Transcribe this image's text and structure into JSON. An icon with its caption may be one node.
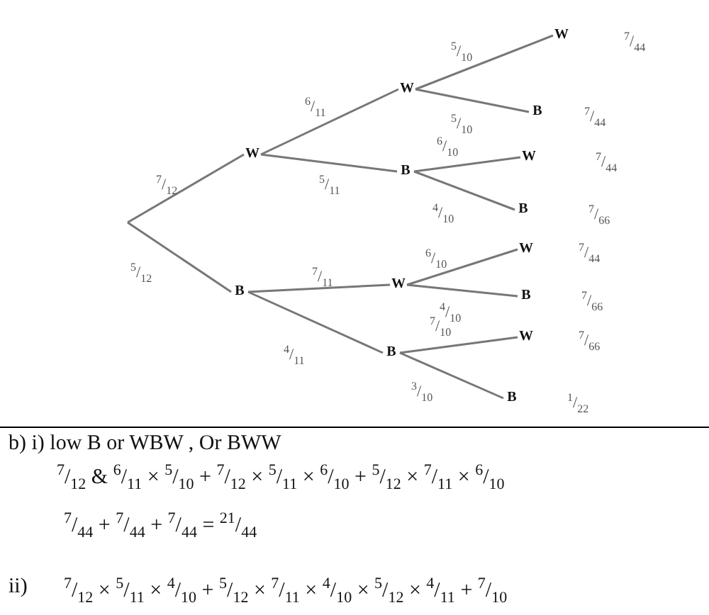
{
  "diagram": {
    "nodes": [
      {
        "text": [
          "W"
        ]
      },
      {
        "text": [
          "B"
        ]
      },
      {
        "text": [
          "W"
        ]
      },
      {
        "text": [
          "B"
        ]
      },
      {
        "text": [
          "W"
        ]
      },
      {
        "text": [
          "B"
        ]
      },
      {
        "text": [
          "W"
        ],
        "beside": [
          "$^{7}$/$_{44}$"
        ]
      },
      {
        "text": [
          "B"
        ],
        "beside": [
          "$^{7}$/$_{44}$"
        ]
      },
      {
        "text": [
          "W"
        ],
        "beside": [
          "$^{7}$/$_{44}$"
        ]
      },
      {
        "text": [
          "B"
        ],
        "beside": [
          "$^{7}$/$_{66}$"
        ]
      },
      {
        "text": [
          "W"
        ],
        "beside": [
          "$^{7}$/$_{44}$"
        ]
      },
      {
        "text": [
          "B"
        ],
        "beside": [
          "$^{7}$/$_{66}$"
        ]
      },
      {
        "text": [
          "W"
        ],
        "beside": [
          "$^{7}$/$_{66}$"
        ]
      },
      {
        "text": [
          "B"
        ],
        "beside": [
          "$^{1}$/$_{22}$"
        ]
      }
    ],
    "edges": [
      {
        "from": null,
        "to": 0,
        "arrow": "none",
        "label": "$^{7}$/$_{12}$"
      },
      {
        "from": null,
        "to": 1,
        "arrow": "none",
        "label": "$^{5}$/$_{12}$"
      },
      {
        "from": 0,
        "to": 2,
        "arrow": "none",
        "label": "$^{6}$/$_{11}$"
      },
      {
        "from": 0,
        "to": 3,
        "arrow": "none",
        "label": "$^{5}$/$_{11}$"
      },
      {
        "from": 1,
        "to": 4,
        "arrow": "none",
        "label": "$^{7}$/$_{11}$"
      },
      {
        "from": 1,
        "to": 5,
        "arrow": "none",
        "label": "$^{4}$/$_{11}$"
      },
      {
        "from": 2,
        "to": 6,
        "arrow": "none",
        "label": "$^{5}$/$_{10}$"
      },
      {
        "from": 2,
        "to": 7,
        "arrow": "none",
        "label": "$^{5}$/$_{10}$"
      },
      {
        "from": 3,
        "to": 8,
        "arrow": "none",
        "label": "$^{6}$/$_{10}$"
      },
      {
        "from": 3,
        "to": 9,
        "arrow": "none",
        "label": "$^{4}$/$_{10}$"
      },
      {
        "from": 4,
        "to": 10,
        "arrow": "none",
        "label": "$^{6}$/$_{10}$"
      },
      {
        "from": 4,
        "to": 11,
        "arrow": "none",
        "label": "$^{4}$/$_{10}$"
      },
      {
        "from": 5,
        "to": 12,
        "arrow": "none",
        "label": "$^{7}$/$_{10}$"
      },
      {
        "from": 5,
        "to": 13,
        "arrow": "none",
        "label": "$^{3}$/$_{10}$"
      }
    ],
    "labels": [
      "b)  i)  low B or WBW , Or BWW",
      "$^{7}$/$_{12}$ & $^{6}$/$_{11}$ × $^{5}$/$_{10}$ + $^{7}$/$_{12}$ × $^{5}$/$_{11}$ × $^{6}$/$_{10}$ + $^{5}$/$_{12}$ × $^{7}$/$_{11}$ × $^{6}$/$_{10}$",
      "$^{7}$/$_{44}$ + $^{7}$/$_{44}$ + $^{7}$/$_{44}$ = $^{21}$/$_{44}$",
      "ii)",
      "$^{7}$/$_{12}$ × $^{5}$/$_{11}$ × $^{4}$/$_{10}$ + $^{5}$/$_{12}$ × $^{7}$/$_{11}$ × $^{4}$/$_{10}$ × $^{5}$/$_{12}$ × $^{4}$/$_{11}$ + $^{7}$/$_{10}$"
    ]
  }
}
